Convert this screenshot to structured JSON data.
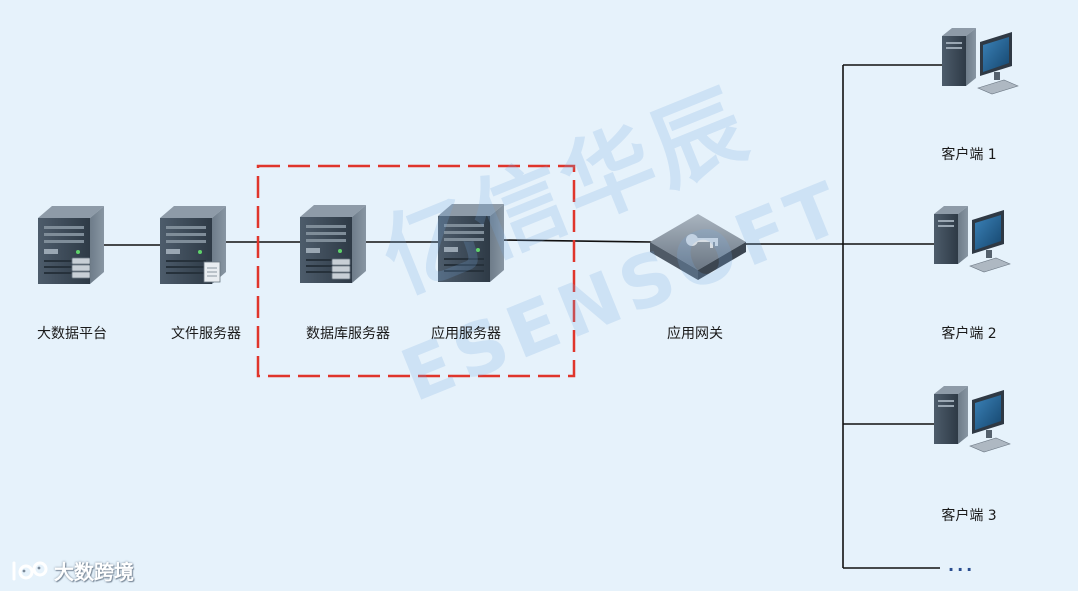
{
  "nodes": [
    {
      "id": "big-data-platform",
      "label": "大数据平台",
      "icon": "server-database-icon"
    },
    {
      "id": "file-server",
      "label": "文件服务器",
      "icon": "server-icon"
    },
    {
      "id": "database-server",
      "label": "数据库服务器",
      "icon": "server-database-icon"
    },
    {
      "id": "app-server",
      "label": "应用服务器",
      "icon": "server-icon"
    },
    {
      "id": "app-gateway",
      "label": "应用网关",
      "icon": "gateway-key-icon"
    },
    {
      "id": "client-1",
      "label": "客户端 1",
      "icon": "desktop-computer-icon"
    },
    {
      "id": "client-2",
      "label": "客户端 2",
      "icon": "desktop-computer-icon"
    },
    {
      "id": "client-3",
      "label": "客户端 3",
      "icon": "desktop-computer-icon"
    }
  ],
  "more_clients": "...",
  "watermark": {
    "cn": "亿信华辰",
    "en": "ESENSOFT"
  },
  "brand": {
    "text": "大数跨境",
    "icon": "brand-logo-icon"
  },
  "colors": {
    "background": "#e6f2fb",
    "highlight_box": "#e0352b",
    "connector": "#111111"
  }
}
